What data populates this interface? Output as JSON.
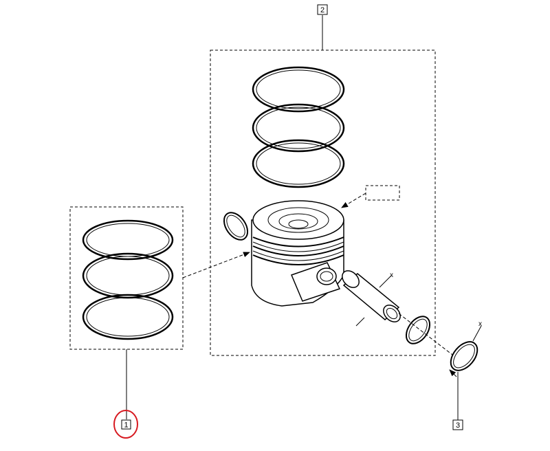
{
  "callouts": [
    {
      "id": "1",
      "highlighted": true
    },
    {
      "id": "2",
      "highlighted": false
    },
    {
      "id": "3",
      "highlighted": false
    }
  ],
  "marks": {
    "x1": "x",
    "x2": "x"
  },
  "colors": {
    "line": "#000000",
    "highlight": "#d71920",
    "fill": "#ffffff"
  },
  "icons": [
    "piston-ring-set",
    "piston",
    "piston-pin",
    "snap-ring",
    "arrow"
  ]
}
